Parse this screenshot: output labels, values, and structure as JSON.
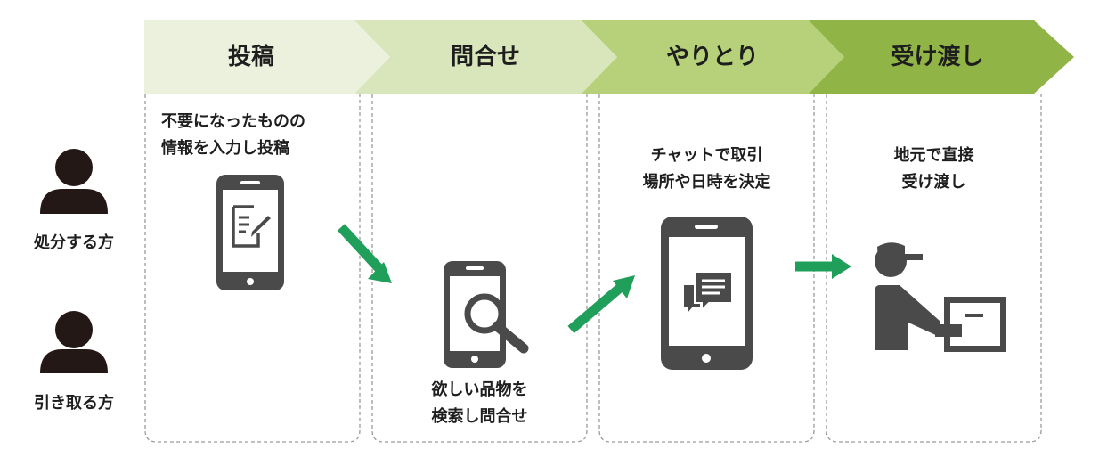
{
  "roles": {
    "disposer": "処分する方",
    "receiver": "引き取る方"
  },
  "steps": [
    {
      "title": "投稿",
      "lines": [
        "不要になったものの",
        "情報を入力し投稿"
      ],
      "icon": "smartphone-edit-icon"
    },
    {
      "title": "問合せ",
      "lines": [
        "欲しい品物を",
        "検索し問合せ"
      ],
      "icon": "smartphone-search-icon"
    },
    {
      "title": "やりとり",
      "lines": [
        "チャットで取引",
        "場所や日時を決定"
      ],
      "icon": "smartphone-chat-icon"
    },
    {
      "title": "受け渡し",
      "lines": [
        "地元で直接",
        "受け渡し"
      ],
      "icon": "handover-person-box-icon"
    }
  ],
  "colors": {
    "step1": "#ecf1dd",
    "step2": "#d9e6bc",
    "step3": "#b6d17a",
    "step4": "#91b447",
    "arrow": "#1f9f5a",
    "icon": "#4a4a4a",
    "person": "#231815",
    "border": "#9a9a9a"
  }
}
